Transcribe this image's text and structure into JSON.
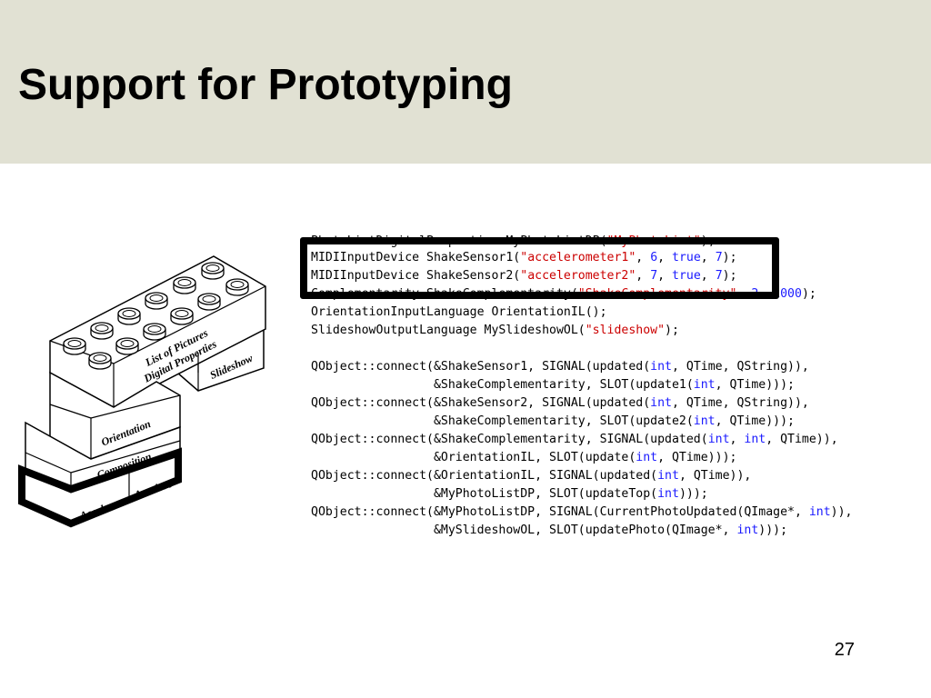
{
  "slide": {
    "title": "Support for Prototyping",
    "page_number": "27"
  },
  "blocks": {
    "top_block_lines": [
      "List of Pictures",
      "Digital Properties"
    ],
    "slideshow": "Slideshow",
    "orientation": "Orientation",
    "composition": "Composition",
    "accelero_left": "Accelero",
    "accelero_right": "Accelero"
  },
  "code": {
    "lines": [
      [
        [
          "PhotoListDigitalProperties MyPhotoListDP(",
          "p"
        ],
        [
          "\"MyPhotoList\"",
          "s"
        ],
        [
          ");",
          "p"
        ]
      ],
      [
        [
          "MIDIInputDevice ShakeSensor1(",
          "p"
        ],
        [
          "\"accelerometer1\"",
          "s"
        ],
        [
          ", ",
          "p"
        ],
        [
          "6",
          "n"
        ],
        [
          ", ",
          "p"
        ],
        [
          "true",
          "k"
        ],
        [
          ", ",
          "p"
        ],
        [
          "7",
          "n"
        ],
        [
          ");",
          "p"
        ]
      ],
      [
        [
          "MIDIInputDevice ShakeSensor2(",
          "p"
        ],
        [
          "\"accelerometer2\"",
          "s"
        ],
        [
          ", ",
          "p"
        ],
        [
          "7",
          "n"
        ],
        [
          ", ",
          "p"
        ],
        [
          "true",
          "k"
        ],
        [
          ", ",
          "p"
        ],
        [
          "7",
          "n"
        ],
        [
          ");",
          "p"
        ]
      ],
      [
        [
          "Complementarity ShakeComplementarity(",
          "p"
        ],
        [
          "\"ShakeComplementarity\"",
          "s"
        ],
        [
          ", ",
          "p"
        ],
        [
          "2",
          "n"
        ],
        [
          ", ",
          "p"
        ],
        [
          "1000",
          "n"
        ],
        [
          ");",
          "p"
        ]
      ],
      [
        [
          "OrientationInputLanguage OrientationIL();",
          "p"
        ]
      ],
      [
        [
          "SlideshowOutputLanguage MySlideshowOL(",
          "p"
        ],
        [
          "\"slideshow\"",
          "s"
        ],
        [
          ");",
          "p"
        ]
      ],
      [],
      [
        [
          "QObject::connect(&ShakeSensor1, SIGNAL(updated(",
          "p"
        ],
        [
          "int",
          "k"
        ],
        [
          ", QTime, QString)),",
          "p"
        ]
      ],
      [
        [
          "                 &ShakeComplementarity, SLOT(update1(",
          "p"
        ],
        [
          "int",
          "k"
        ],
        [
          ", QTime)));",
          "p"
        ]
      ],
      [
        [
          "QObject::connect(&ShakeSensor2, SIGNAL(updated(",
          "p"
        ],
        [
          "int",
          "k"
        ],
        [
          ", QTime, QString)),",
          "p"
        ]
      ],
      [
        [
          "                 &ShakeComplementarity, SLOT(update2(",
          "p"
        ],
        [
          "int",
          "k"
        ],
        [
          ", QTime)));",
          "p"
        ]
      ],
      [
        [
          "QObject::connect(&ShakeComplementarity, SIGNAL(updated(",
          "p"
        ],
        [
          "int",
          "k"
        ],
        [
          ", ",
          "p"
        ],
        [
          "int",
          "k"
        ],
        [
          ", QTime)),",
          "p"
        ]
      ],
      [
        [
          "                 &OrientationIL, SLOT(update(",
          "p"
        ],
        [
          "int",
          "k"
        ],
        [
          ", QTime)));",
          "p"
        ]
      ],
      [
        [
          "QObject::connect(&OrientationIL, SIGNAL(updated(",
          "p"
        ],
        [
          "int",
          "k"
        ],
        [
          ", QTime)),",
          "p"
        ]
      ],
      [
        [
          "                 &MyPhotoListDP, SLOT(updateTop(",
          "p"
        ],
        [
          "int",
          "k"
        ],
        [
          ")));",
          "p"
        ]
      ],
      [
        [
          "QObject::connect(&MyPhotoListDP, SIGNAL(CurrentPhotoUpdated(QImage*, ",
          "p"
        ],
        [
          "int",
          "k"
        ],
        [
          ")),",
          "p"
        ]
      ],
      [
        [
          "                 &MySlideshowOL, SLOT(updatePhoto(QImage*, ",
          "p"
        ],
        [
          "int",
          "k"
        ],
        [
          ")));",
          "p"
        ]
      ]
    ]
  },
  "colors": {
    "header_band": "#e1e1d3",
    "string": "#cc0000",
    "number": "#1a1aff",
    "keyword": "#1a1aff"
  }
}
